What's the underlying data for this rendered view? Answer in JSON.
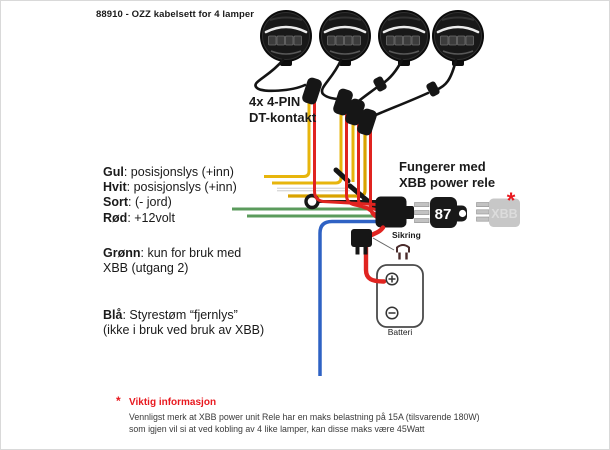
{
  "title": "88910 - OZZ kabelsett for 4 lamper",
  "connectors": {
    "label_line1": "4x 4-PIN",
    "label_line2": "DT-kontakt"
  },
  "legend": {
    "items": [
      {
        "name": "Gul",
        "desc": ": posisjonslys (+inn)"
      },
      {
        "name": "Hvit",
        "desc": ": posisjonslys (+inn)"
      },
      {
        "name": "Sort",
        "desc": ": (- jord)"
      },
      {
        "name": "Rød",
        "desc": ": +12volt"
      }
    ],
    "green": {
      "name": "Grønn",
      "desc": ": kun for bruk med",
      "line2": "XBB (utgang 2)"
    },
    "blue": {
      "name": "Blå",
      "desc": ": Styrestøm “fjernlys”",
      "line2": "(ikke i bruk ved bruk av XBB)"
    }
  },
  "relay": {
    "note_line1": "Fungerer med",
    "note_line2": "XBB power rele",
    "pin_label": "87",
    "xbb_label": "XBB",
    "asterisk": "*"
  },
  "fuse": {
    "label": "Sikring"
  },
  "battery": {
    "label": "Batteri"
  },
  "footnote": {
    "asterisk": "*",
    "heading": "Viktig informasjon",
    "line1": "Vennligst merk at XBB power unit Rele har en maks belastning på 15A (tilsvarende 180W)",
    "line2": "som igjen vil si at ved kobling av 4 like lamper, kan disse maks være 45Watt"
  },
  "colors": {
    "wire_yellow": "#e7b50c",
    "wire_gold": "#d9a300",
    "wire_white": "#ffffff",
    "wire_black": "#1a1a1a",
    "wire_green": "#5b9b5c",
    "wire_blue": "#2f62c4",
    "wire_red": "#e02420",
    "accent_red": "#e8191f",
    "xbb_gray": "#c7c7c7"
  }
}
